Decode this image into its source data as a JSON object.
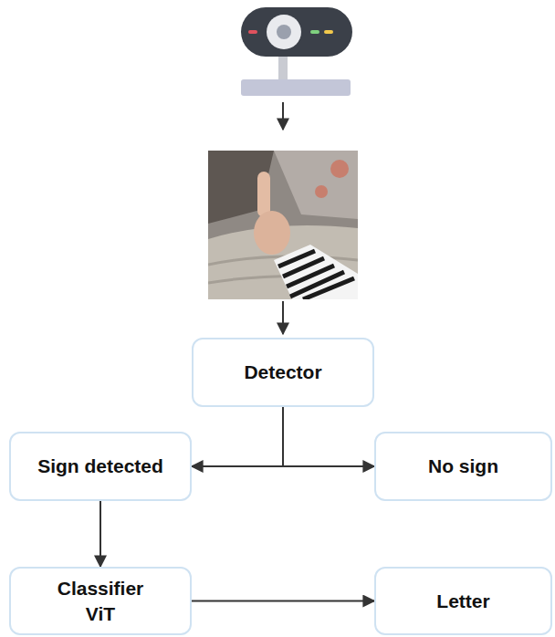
{
  "diagram": {
    "nodes": [
      {
        "text": [
          "Detector"
        ]
      },
      {
        "text": [
          "Sign detected"
        ]
      },
      {
        "text": [
          "No sign"
        ]
      },
      {
        "text": [
          "Classifier ViT"
        ]
      },
      {
        "text": [
          "Letter"
        ]
      }
    ],
    "edges": [
      {
        "from": 0,
        "to": 1,
        "arrow": "to"
      },
      {
        "from": 0,
        "to": 2,
        "arrow": "to"
      },
      {
        "from": 1,
        "to": 3,
        "arrow": "to"
      },
      {
        "from": 3,
        "to": 4,
        "arrow": "to"
      }
    ]
  }
}
